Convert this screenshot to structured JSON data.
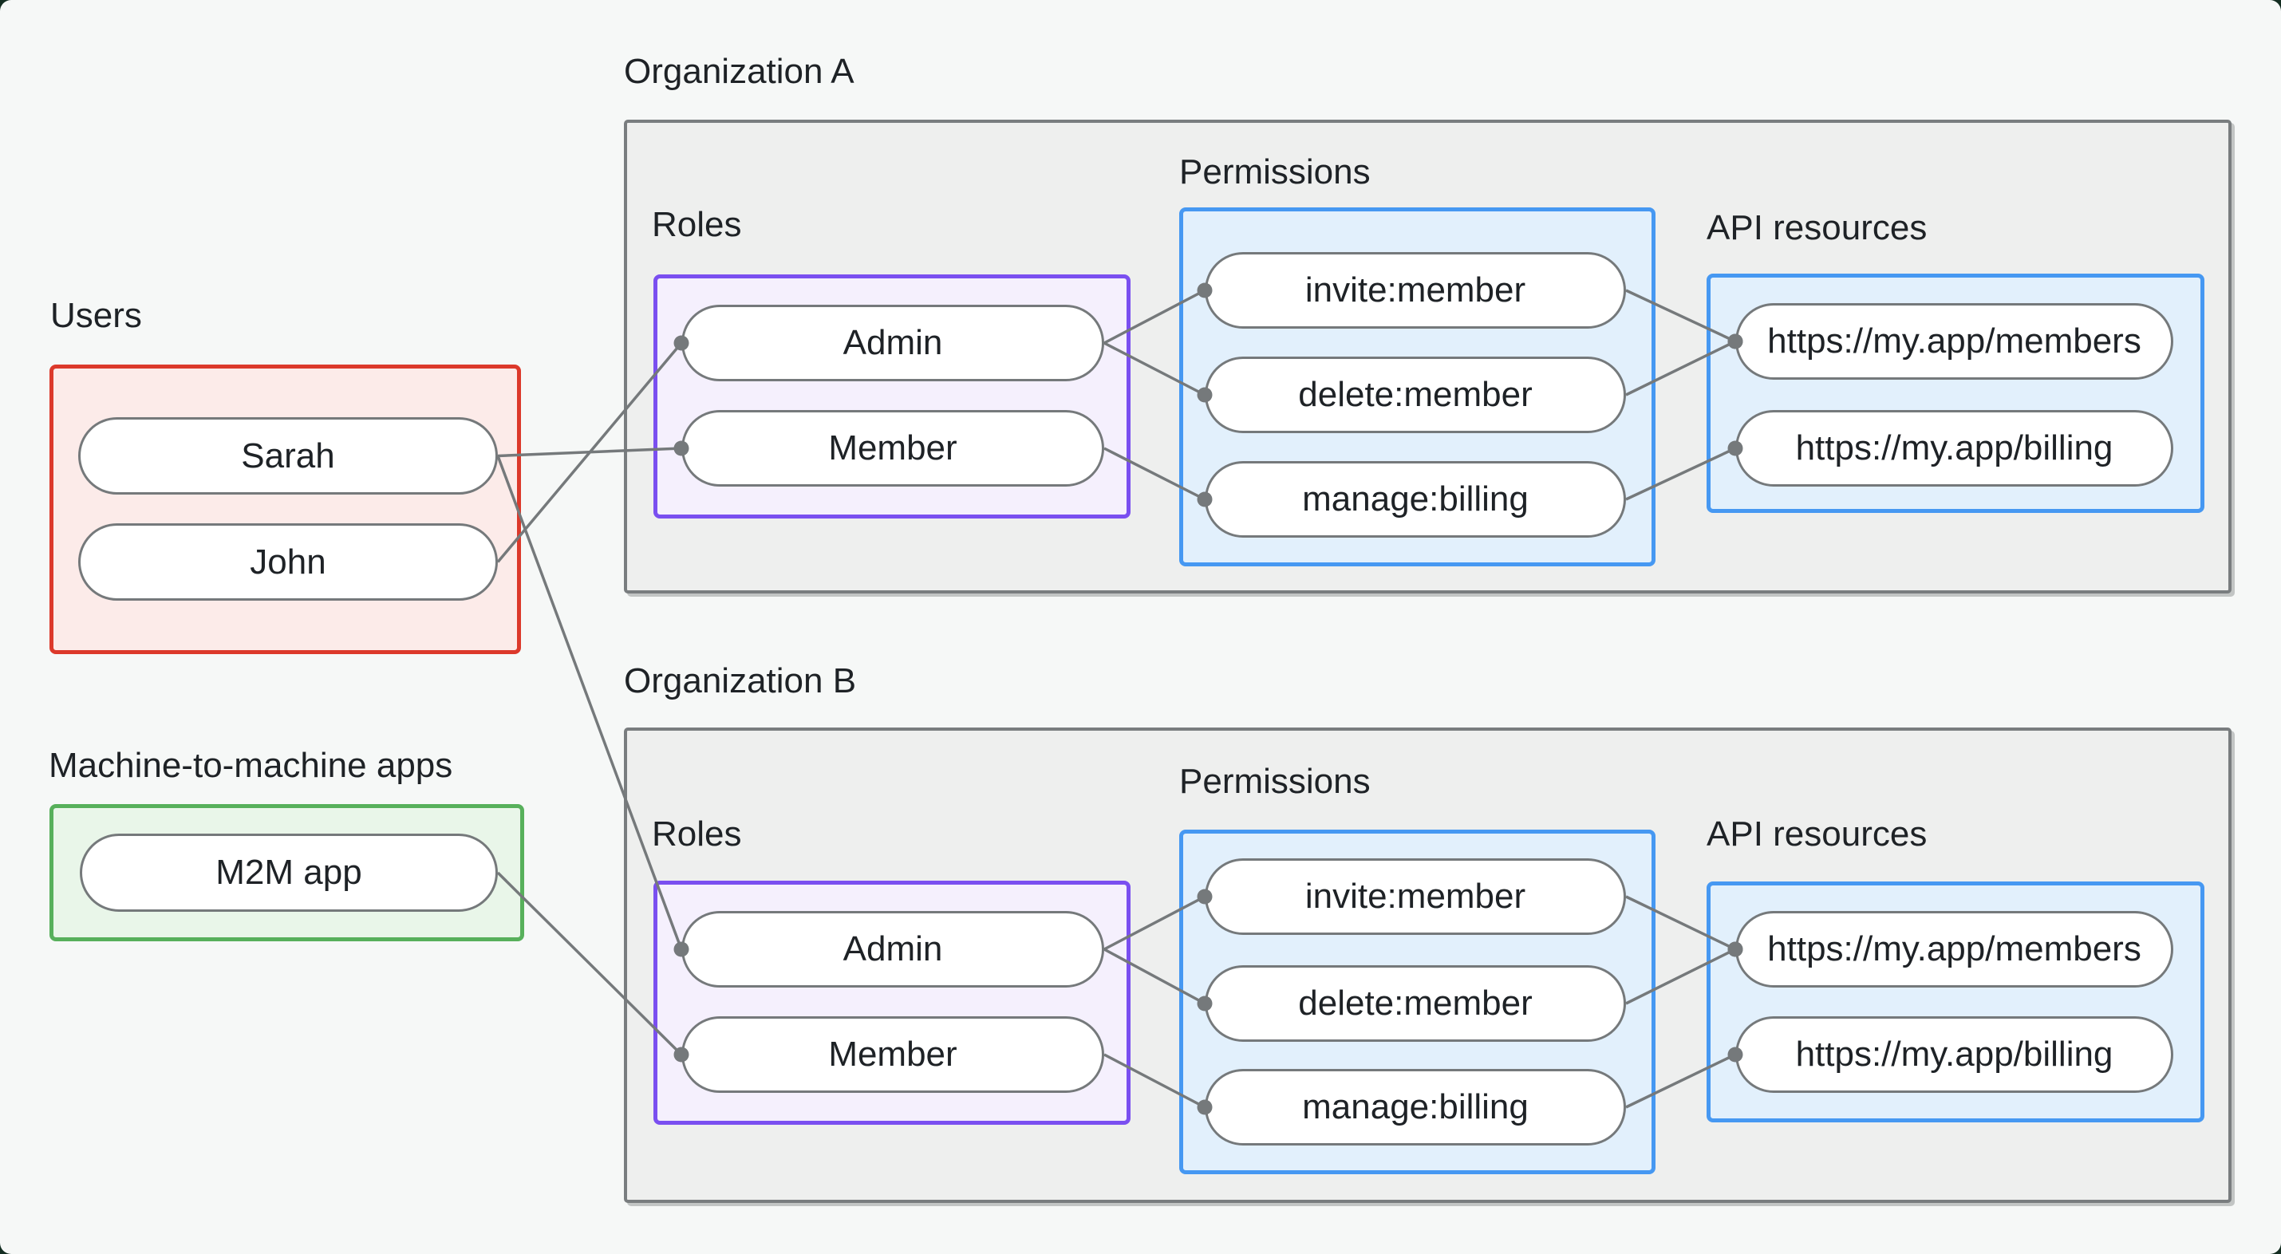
{
  "diagram_title": "Organization role-based access control diagram",
  "colors": {
    "background": "#f6f8f7",
    "text": "#1e2226",
    "users_border": "#dc392b",
    "users_fill": "#fcebe9",
    "m2m_border": "#57b05b",
    "m2m_fill": "#e9f6e9",
    "roles_border": "#7a4ff0",
    "roles_fill": "#f5f0fd",
    "blue_border": "#4698f2",
    "blue_fill": "#e2f0fc",
    "org_fill": "#eeefee",
    "org_border": "#797d7f",
    "edge": "#75797b",
    "node_fill": "#ffffff"
  },
  "groups": {
    "users": {
      "label": "Users"
    },
    "m2m": {
      "label": "Machine-to-machine apps"
    },
    "org_a": {
      "label": "Organization A",
      "roles_label": "Roles",
      "permissions_label": "Permissions",
      "api_label": "API resources"
    },
    "org_b": {
      "label": "Organization B",
      "roles_label": "Roles",
      "permissions_label": "Permissions",
      "api_label": "API resources"
    }
  },
  "nodes": {
    "sarah": {
      "label": "Sarah"
    },
    "john": {
      "label": "John"
    },
    "m2m_app": {
      "label": "M2M app"
    },
    "org_a_admin": {
      "label": "Admin"
    },
    "org_a_member": {
      "label": "Member"
    },
    "org_a_invite": {
      "label": "invite:member"
    },
    "org_a_delete": {
      "label": "delete:member"
    },
    "org_a_manage": {
      "label": "manage:billing"
    },
    "org_a_members_api": {
      "label": "https://my.app/members"
    },
    "org_a_billing_api": {
      "label": "https://my.app/billing"
    },
    "org_b_admin": {
      "label": "Admin"
    },
    "org_b_member": {
      "label": "Member"
    },
    "org_b_invite": {
      "label": "invite:member"
    },
    "org_b_delete": {
      "label": "delete:member"
    },
    "org_b_manage": {
      "label": "manage:billing"
    },
    "org_b_members_api": {
      "label": "https://my.app/members"
    },
    "org_b_billing_api": {
      "label": "https://my.app/billing"
    }
  },
  "connections": [
    {
      "from": "john",
      "to": "org_a_admin"
    },
    {
      "from": "sarah",
      "to": "org_a_member"
    },
    {
      "from": "sarah",
      "to": "org_b_admin"
    },
    {
      "from": "m2m_app",
      "to": "org_b_member"
    },
    {
      "from": "org_a_admin",
      "to": "org_a_invite"
    },
    {
      "from": "org_a_admin",
      "to": "org_a_delete"
    },
    {
      "from": "org_a_member",
      "to": "org_a_manage"
    },
    {
      "from": "org_a_invite",
      "to": "org_a_members_api"
    },
    {
      "from": "org_a_delete",
      "to": "org_a_members_api"
    },
    {
      "from": "org_a_manage",
      "to": "org_a_billing_api"
    },
    {
      "from": "org_b_admin",
      "to": "org_b_invite"
    },
    {
      "from": "org_b_admin",
      "to": "org_b_delete"
    },
    {
      "from": "org_b_member",
      "to": "org_b_manage"
    },
    {
      "from": "org_b_invite",
      "to": "org_b_members_api"
    },
    {
      "from": "org_b_delete",
      "to": "org_b_members_api"
    },
    {
      "from": "org_b_manage",
      "to": "org_b_billing_api"
    }
  ]
}
